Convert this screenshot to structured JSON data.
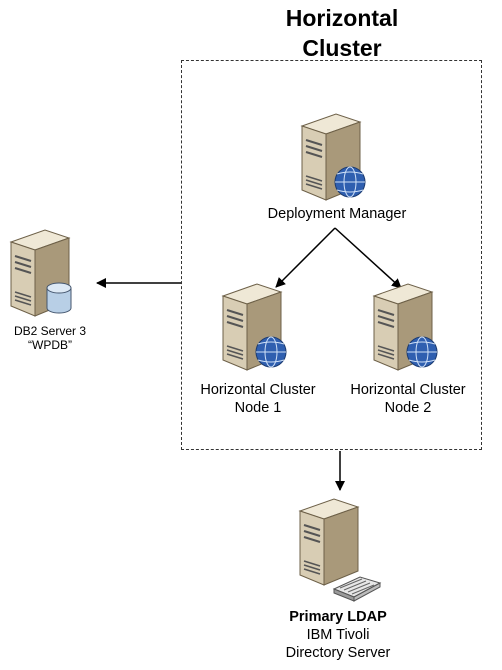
{
  "diagram": {
    "title_line1": "Horizontal",
    "title_line2": "Cluster",
    "deployment_manager": {
      "label": "Deployment Manager"
    },
    "node1": {
      "label_line1": "Horizontal Cluster",
      "label_line2": "Node 1"
    },
    "node2": {
      "label_line1": "Horizontal Cluster",
      "label_line2": "Node 2"
    },
    "db_server": {
      "label_line1": "DB2 Server 3",
      "label_line2": "“WPDB”"
    },
    "ldap": {
      "label_line1": "Primary LDAP",
      "label_line2": "IBM Tivoli",
      "label_line3": "Directory Server"
    }
  },
  "colors": {
    "server_body": "#d8cdb4",
    "server_side": "#a9997a",
    "globe": "#2f5fb0",
    "db_cylinder": "#b8cfe6"
  },
  "icons": [
    "server-globe-icon",
    "database-server-icon",
    "ldap-server-icon"
  ]
}
